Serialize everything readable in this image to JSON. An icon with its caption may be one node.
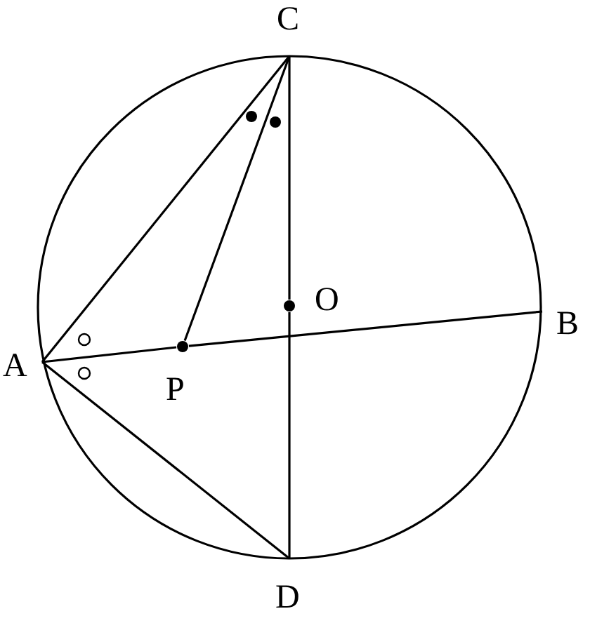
{
  "diagram": {
    "nodes": [
      {
        "text": [
          "C"
        ]
      },
      {
        "text": [
          "O"
        ]
      },
      {
        "text": [
          "B"
        ]
      },
      {
        "text": [
          "A"
        ]
      },
      {
        "text": [
          "P"
        ]
      },
      {
        "text": [
          "D"
        ]
      }
    ],
    "edges": [
      {
        "from": 0,
        "to": 3,
        "arrow": "none"
      },
      {
        "from": 0,
        "to": 4,
        "arrow": "none"
      },
      {
        "from": 0,
        "to": 1,
        "arrow": "none"
      },
      {
        "from": 1,
        "to": 5,
        "arrow": "none"
      },
      {
        "from": 3,
        "to": 4,
        "arrow": "none"
      },
      {
        "from": 4,
        "to": 2,
        "arrow": "none"
      },
      {
        "from": 3,
        "to": 5,
        "arrow": "none"
      }
    ]
  }
}
